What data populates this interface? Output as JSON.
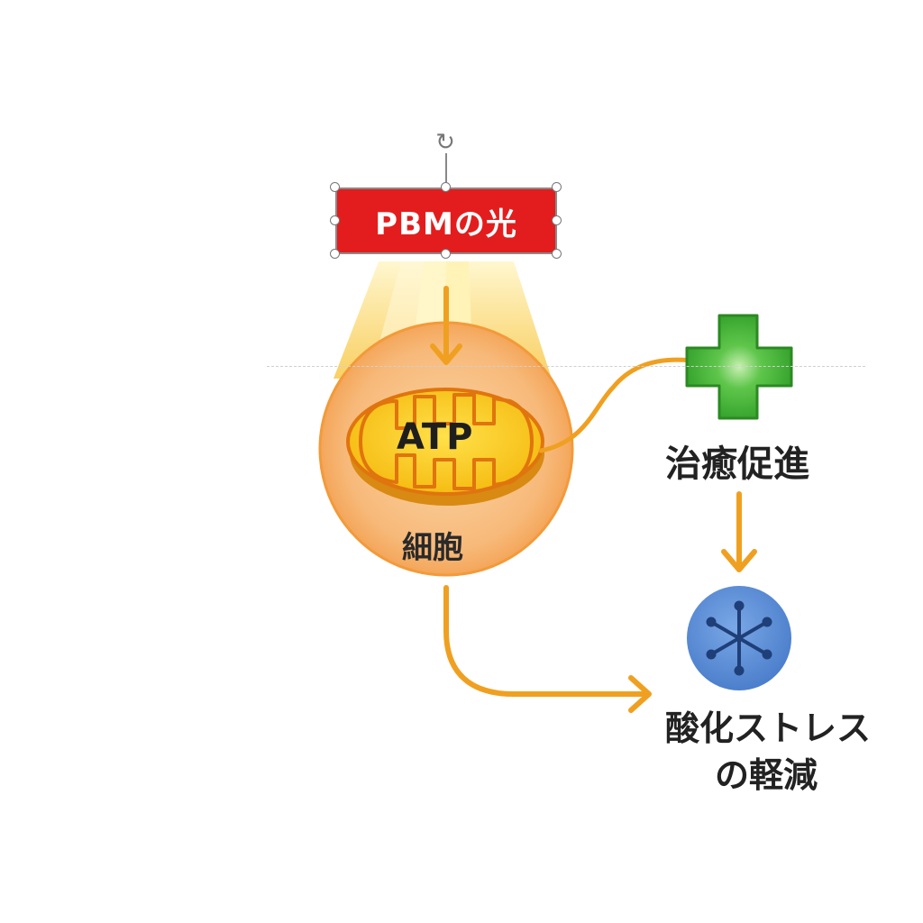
{
  "light_source": {
    "label": "PBMの光"
  },
  "mitochondria": {
    "label": "ATP"
  },
  "cell": {
    "label": "細胞"
  },
  "healing": {
    "label": "治癒促進"
  },
  "oxidative_stress": {
    "line1": "酸化ストレス",
    "line2": "の軽減"
  },
  "colors": {
    "red": "#e31d1d",
    "orange": "#f0a020",
    "cell_fill": "#f9c488",
    "mito_fill": "#f7c51e",
    "green": "#3aab2e",
    "blue": "#5c8fd6"
  }
}
